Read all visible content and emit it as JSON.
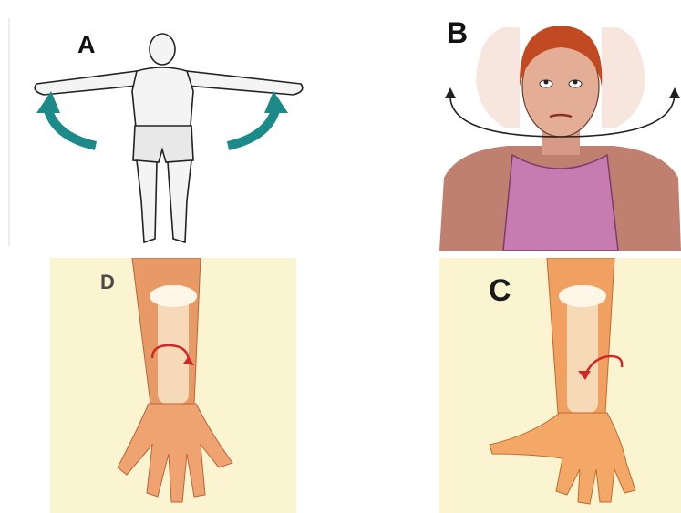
{
  "panels": {
    "a": {
      "label": "A"
    },
    "b": {
      "label": "B"
    },
    "c": {
      "label": "C"
    },
    "d": {
      "label": "D"
    }
  },
  "colors": {
    "teal_arrow": "#1d8a8a",
    "red_arrow": "#d02828",
    "skin_forearm": "#f0a878",
    "tank_top": "#c77bb0"
  }
}
